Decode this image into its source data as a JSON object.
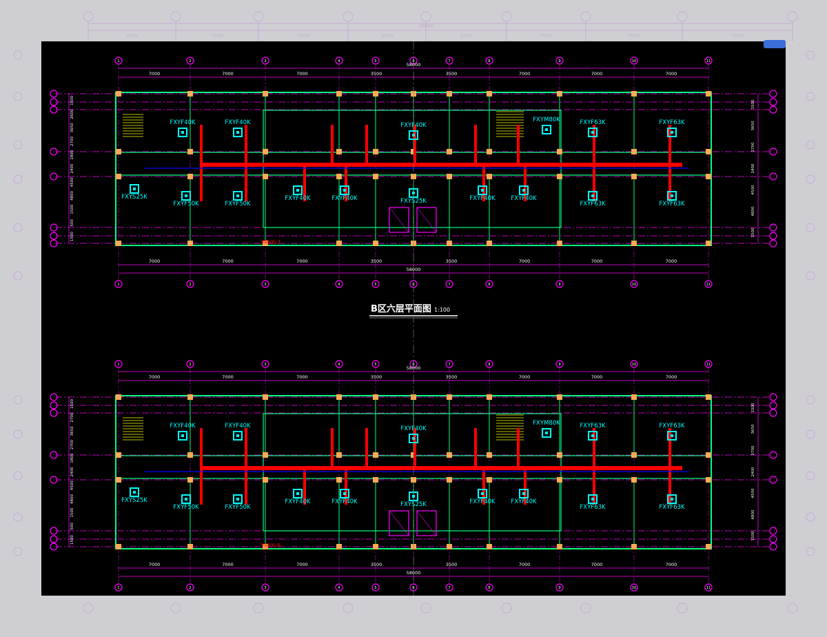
{
  "drawing": {
    "caption": "B区六层平面图",
    "scale": "1:100",
    "overall_dim": "58000"
  },
  "bg_top_dims": [
    "7000",
    "7000",
    "7000",
    "3500",
    "3500",
    "7000",
    "7000",
    "7000"
  ],
  "colors": {
    "background": "#000000",
    "page": "#cfcfd3",
    "grid": "#ff00ff",
    "wall": "#00ff80",
    "duct": "#ff0000",
    "unit": "#00ffff",
    "dim": "#ffffff",
    "column": "#ffaa55",
    "stair": "#ffff00",
    "pipe": "#0000ff"
  },
  "plans": [
    {
      "top_dims": [
        "7000",
        "7000",
        "7000",
        "3500",
        "3500",
        "7000",
        "7000",
        "7000"
      ],
      "bottom_dims": [
        "7000",
        "7000",
        "7000",
        "3500",
        "3500",
        "7000",
        "7000",
        "7000"
      ],
      "total": "58000",
      "left_dims": [
        "1500",
        "2600",
        "3650",
        "2700",
        "1800",
        "2400",
        "4500",
        "4800",
        "1500",
        "500",
        "1500"
      ],
      "right_dims": [
        "1500",
        "3650",
        "2700",
        "2400",
        "4500",
        "4800",
        "1500"
      ],
      "pipe_tag": "VRV6-7",
      "units": [
        {
          "label": "FXYF40K",
          "top": true
        },
        {
          "label": "FXYF40K",
          "top": true
        },
        {
          "label": "FXYF40K",
          "top": true
        },
        {
          "label": "FXYM80K",
          "top": true
        },
        {
          "label": "FXYF63K",
          "top": true
        },
        {
          "label": "FXYF63K",
          "top": true
        },
        {
          "label": "FXYS25K",
          "top": false
        },
        {
          "label": "FXYF50K",
          "top": false
        },
        {
          "label": "FXYF50K",
          "top": false
        },
        {
          "label": "FXYF40K",
          "top": false
        },
        {
          "label": "FXYF40K",
          "top": false
        },
        {
          "label": "FXYS25K",
          "top": false
        },
        {
          "label": "FXYF40K",
          "top": false
        },
        {
          "label": "FXYF40K",
          "top": false
        },
        {
          "label": "FXYF63K",
          "top": false
        },
        {
          "label": "FXYF63K",
          "top": false
        }
      ]
    },
    {
      "top_dims": [
        "7000",
        "7000",
        "7000",
        "3500",
        "3500",
        "7000",
        "7000",
        "7000"
      ],
      "bottom_dims": [
        "7000",
        "7000",
        "7000",
        "3500",
        "3500",
        "7000",
        "7000",
        "7000"
      ],
      "total": "58000",
      "left_dims": [
        "1500",
        "2700",
        "3650",
        "2700",
        "1800",
        "2400",
        "4500",
        "4800",
        "1500",
        "500",
        "1500"
      ],
      "right_dims": [
        "1500",
        "3650",
        "2700",
        "2400",
        "4500",
        "4800",
        "1500"
      ],
      "pipe_tag": "VRV6-8",
      "units": [
        {
          "label": "FXYF40K",
          "top": true
        },
        {
          "label": "FXYF40K",
          "top": true
        },
        {
          "label": "FXYF40K",
          "top": true
        },
        {
          "label": "FXYM80K",
          "top": true
        },
        {
          "label": "FXYF63K",
          "top": true
        },
        {
          "label": "FXYF63K",
          "top": true
        },
        {
          "label": "FXYS25K",
          "top": false
        },
        {
          "label": "FXYF50K",
          "top": false
        },
        {
          "label": "FXYF50K",
          "top": false
        },
        {
          "label": "FXYF40K",
          "top": false
        },
        {
          "label": "FXYF40K",
          "top": false
        },
        {
          "label": "FXYS25K",
          "top": false
        },
        {
          "label": "FXYF40K",
          "top": false
        },
        {
          "label": "FXYF40K",
          "top": false
        },
        {
          "label": "FXYF63K",
          "top": false
        },
        {
          "label": "FXYF63K",
          "top": false
        }
      ]
    }
  ]
}
